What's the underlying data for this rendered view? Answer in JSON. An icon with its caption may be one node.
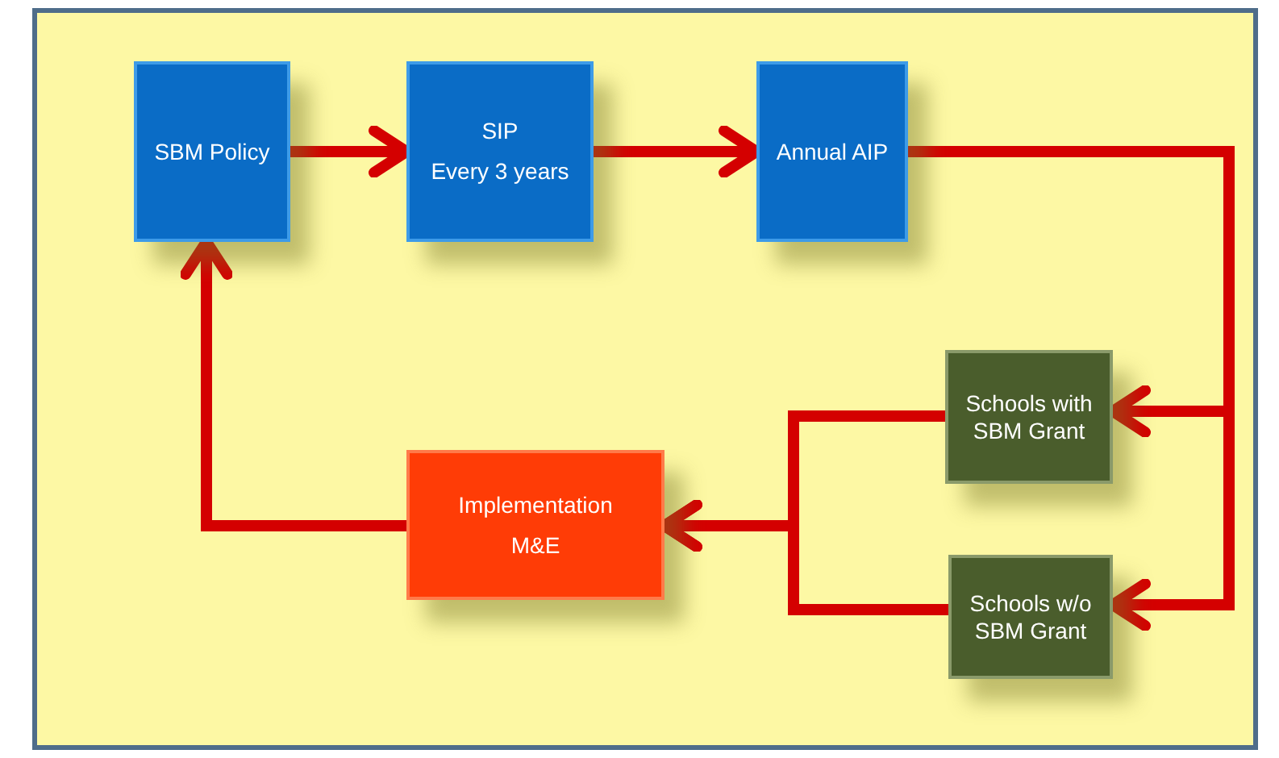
{
  "diagram": {
    "nodes": [
      {
        "text": [
          "SBM Policy"
        ]
      },
      {
        "text": [
          "SIP",
          "Every 3 years"
        ]
      },
      {
        "text": [
          "Annual AIP"
        ]
      },
      {
        "text": [
          "Schools with SBM Grant"
        ]
      },
      {
        "text": [
          "Schools w/o SBM Grant"
        ]
      },
      {
        "text": [
          "Implementation",
          "M&E"
        ]
      }
    ],
    "edges": [
      {
        "from": 0,
        "to": 1,
        "arrow": "to"
      },
      {
        "from": 1,
        "to": 2,
        "arrow": "to"
      },
      {
        "from": 2,
        "to": 3,
        "arrow": "to"
      },
      {
        "from": 2,
        "to": 4,
        "arrow": "to"
      },
      {
        "from": 3,
        "to": 5,
        "arrow": "to"
      },
      {
        "from": 4,
        "to": 5,
        "arrow": "to"
      },
      {
        "from": 5,
        "to": 0,
        "arrow": "to"
      }
    ]
  }
}
